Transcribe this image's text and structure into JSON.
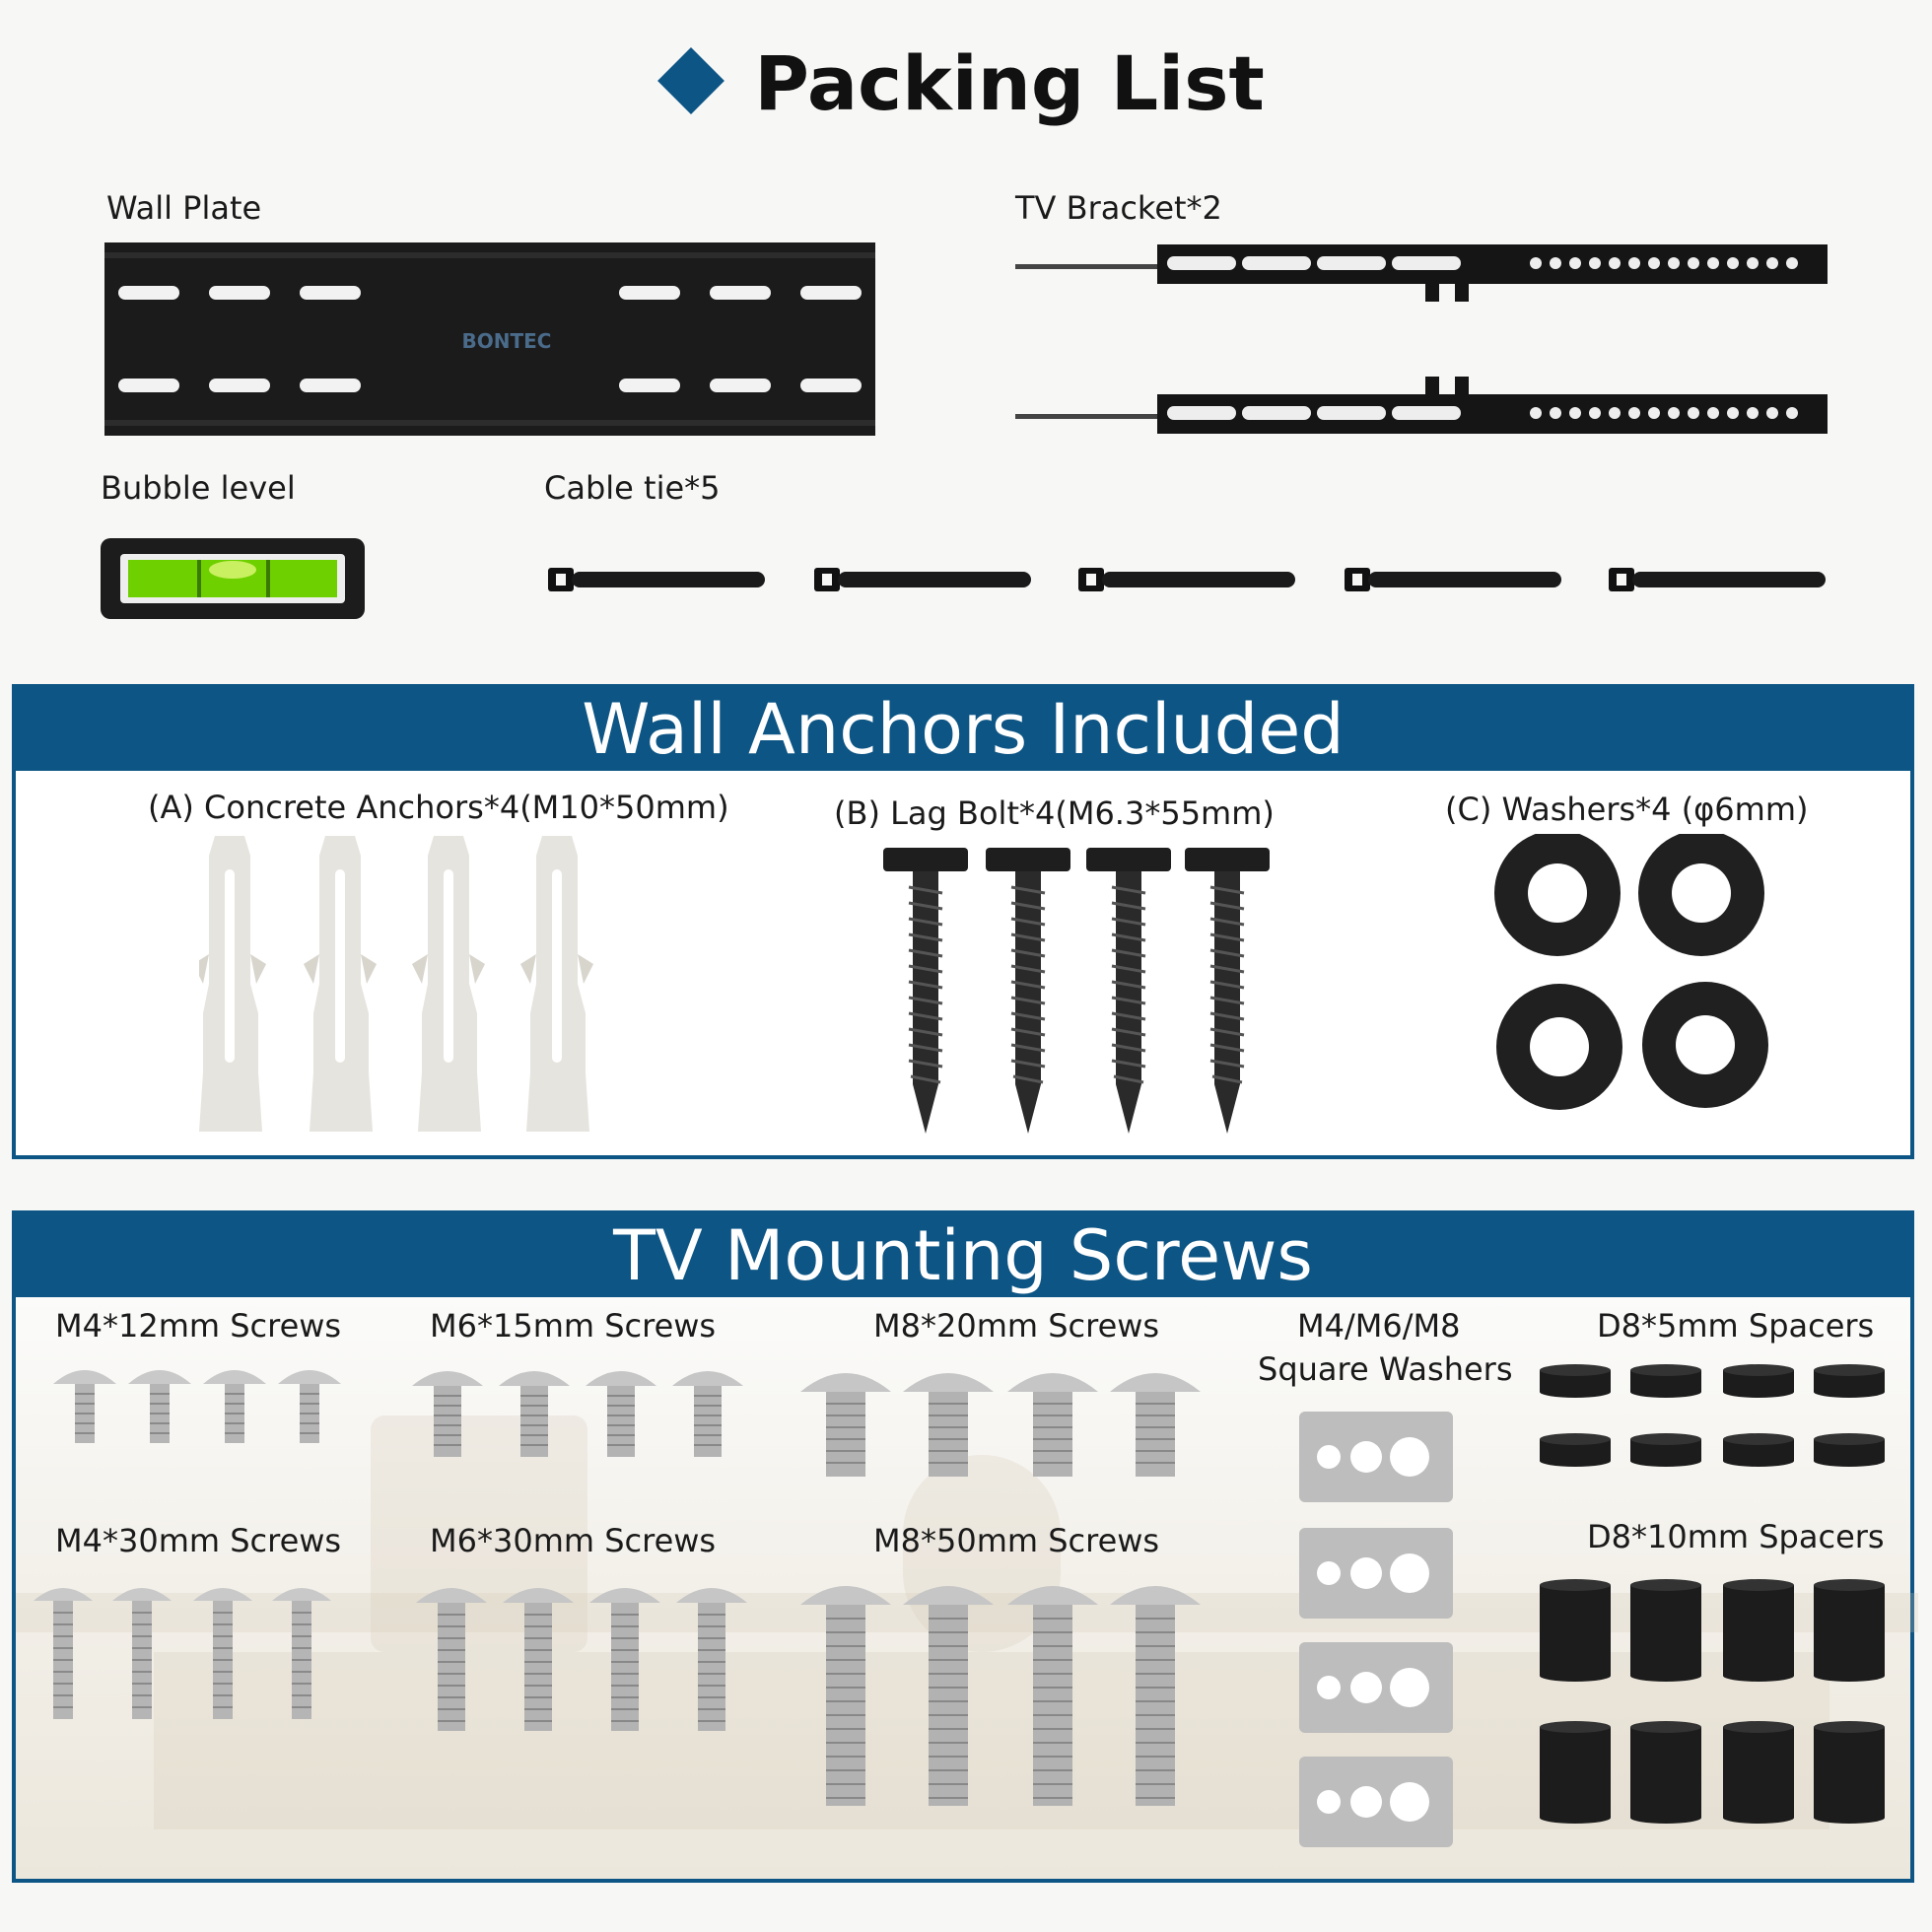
{
  "title": "Packing List",
  "top": {
    "wall_plate": "Wall Plate",
    "tv_bracket": "TV Bracket*2",
    "bubble_level": "Bubble level",
    "cable_tie": "Cable tie*5",
    "brand": "BONTEC"
  },
  "anchors": {
    "heading": "Wall Anchors Included",
    "a": "(A) Concrete Anchors*4(M10*50mm)",
    "b": "(B) Lag Bolt*4(M6.3*55mm)",
    "c": "(C) Washers*4 (φ6mm)"
  },
  "screws": {
    "heading": "TV Mounting Screws",
    "m4_12": "M4*12mm Screws",
    "m6_15": "M6*15mm Screws",
    "m8_20": "M8*20mm Screws",
    "washers_line1": "M4/M6/M8",
    "washers_line2": "Square Washers",
    "d8_5": "D8*5mm Spacers",
    "m4_30": "M4*30mm Screws",
    "m6_30": "M6*30mm Screws",
    "m8_50": "M8*50mm Screws",
    "d8_10": "D8*10mm Spacers"
  }
}
